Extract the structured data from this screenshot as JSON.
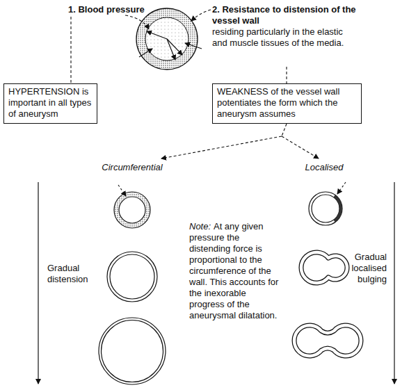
{
  "diagram": {
    "nodes": [
      {
        "text": [
          "HYPERTENSION is important in all types of aneurysm"
        ]
      },
      {
        "text": [
          "WEAKNESS of the vessel wall potentiates the form which the aneurysm assumes"
        ]
      }
    ],
    "labels": [
      "1. Blood pressure",
      "2. Resistance to distension of the vessel wall",
      "residing particularly in the elastic and muscle tissues of the media.",
      "Circumferential",
      "Localised",
      "Note:",
      "At any given pressure the distending force is proportional to the circumference of the wall. This accounts for the inexorable progress of the aneurysmal dilatation.",
      "Gradual distension",
      "Gradual localised bulging"
    ]
  }
}
